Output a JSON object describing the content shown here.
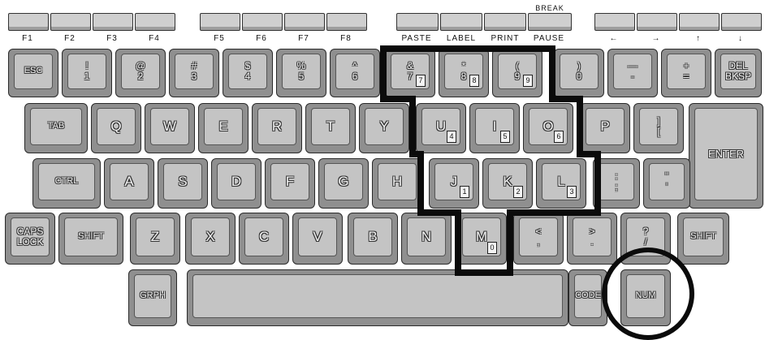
{
  "function_keys": {
    "labels": [
      "F1",
      "F2",
      "F3",
      "F4",
      "F5",
      "F6",
      "F7",
      "F8",
      "PASTE",
      "LABEL",
      "PRINT",
      "PAUSE",
      "←",
      "→",
      "↑",
      "↓"
    ],
    "break_label": "BREAK"
  },
  "rows": {
    "number": [
      {
        "top": "",
        "bot": "ESC"
      },
      {
        "top": "!",
        "bot": "1"
      },
      {
        "top": "@",
        "bot": "2"
      },
      {
        "top": "#",
        "bot": "3"
      },
      {
        "top": "$",
        "bot": "4"
      },
      {
        "top": "%",
        "bot": "5"
      },
      {
        "top": "^",
        "bot": "6"
      },
      {
        "top": "&",
        "bot": "7",
        "num": "7"
      },
      {
        "top": "*",
        "bot": "8",
        "num": "8"
      },
      {
        "top": "(",
        "bot": "9",
        "num": "9"
      },
      {
        "top": ")",
        "bot": "0"
      },
      {
        "top": "—",
        "bot": "-"
      },
      {
        "top": "+",
        "bot": "="
      },
      {
        "top": "DEL",
        "bot": "BKSP"
      }
    ],
    "qwerty": [
      {
        "label": "TAB"
      },
      {
        "label": "Q"
      },
      {
        "label": "W"
      },
      {
        "label": "E"
      },
      {
        "label": "R"
      },
      {
        "label": "T"
      },
      {
        "label": "Y"
      },
      {
        "label": "U",
        "num": "4"
      },
      {
        "label": "I",
        "num": "5"
      },
      {
        "label": "O",
        "num": "6"
      },
      {
        "label": "P"
      },
      {
        "top": "]",
        "bot": "["
      }
    ],
    "home": [
      {
        "label": "CTRL"
      },
      {
        "label": "A"
      },
      {
        "label": "S"
      },
      {
        "label": "D"
      },
      {
        "label": "F"
      },
      {
        "label": "G"
      },
      {
        "label": "H"
      },
      {
        "label": "J",
        "num": "1"
      },
      {
        "label": "K",
        "num": "2"
      },
      {
        "label": "L",
        "num": "3"
      },
      {
        "top": ":",
        "bot": ";"
      },
      {
        "top": "\"",
        "bot": "'"
      }
    ],
    "bottom": [
      {
        "top": "CAPS",
        "bot": "LOCK"
      },
      {
        "label": "SHIFT"
      },
      {
        "label": "Z"
      },
      {
        "label": "X"
      },
      {
        "label": "C"
      },
      {
        "label": "V"
      },
      {
        "label": "B"
      },
      {
        "label": "N"
      },
      {
        "label": "M",
        "num": "0"
      },
      {
        "top": "<",
        "bot": ","
      },
      {
        "top": ">",
        "bot": "."
      },
      {
        "top": "?",
        "bot": "/"
      },
      {
        "label": "SHIFT"
      }
    ]
  },
  "enter_label": "ENTER",
  "space_row": {
    "graph_label": "GRPH",
    "code_label": "CODE",
    "num_label": "NUM"
  }
}
